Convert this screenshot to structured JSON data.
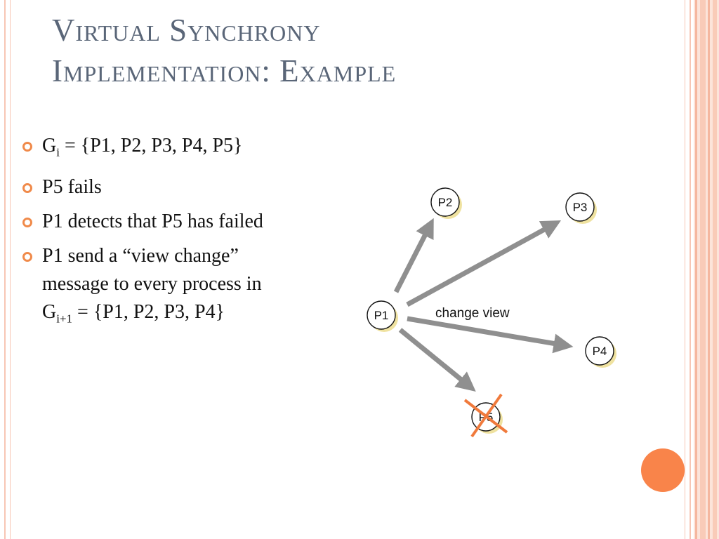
{
  "title": {
    "line1": "Virtual Synchrony",
    "line2": "Implementation: Example"
  },
  "bullets": [
    {
      "text_before": "G",
      "sub": "i",
      "text_after": " = {P1, P2, P3, P4, P5}"
    },
    {
      "text": "P5 fails"
    },
    {
      "text": "P1 detects that P5 has failed"
    },
    {
      "text_line1": "P1 send a “view change”",
      "text_line2": "message to every process in",
      "text_before": "G",
      "sub": "i+1",
      "text_after": " = {P1, P2, P3, P4}"
    }
  ],
  "diagram": {
    "nodes": [
      {
        "id": "P1",
        "label": "P1"
      },
      {
        "id": "P2",
        "label": "P2"
      },
      {
        "id": "P3",
        "label": "P3"
      },
      {
        "id": "P4",
        "label": "P4"
      },
      {
        "id": "P5",
        "label": "P5",
        "failed": true
      }
    ],
    "edges": [
      {
        "from": "P1",
        "to": "P2"
      },
      {
        "from": "P1",
        "to": "P3"
      },
      {
        "from": "P1",
        "to": "P4"
      },
      {
        "from": "P1",
        "to": "P5"
      }
    ],
    "edge_label": "change view"
  },
  "colors": {
    "title": "#5a6678",
    "accent": "#f9844a",
    "arrow": "#8f8f8f",
    "failed_cross": "#f07a3c",
    "node_shadow": "#efe2a0"
  }
}
